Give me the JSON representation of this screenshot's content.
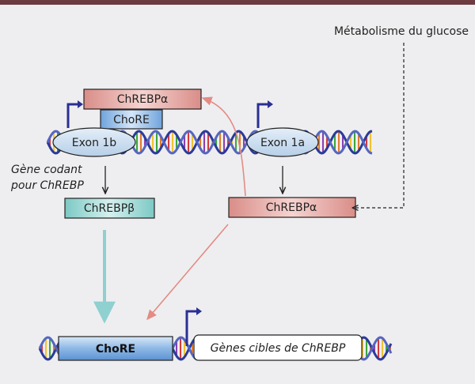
{
  "labels": {
    "glucose_metabolism": "Métabolisme du glucose",
    "chrebp_alpha_top": "ChREBPα",
    "chore_top": "ChoRE",
    "exon_1b": "Exon 1b",
    "exon_1a": "Exon 1a",
    "gene_caption_line1": "Gène codant",
    "gene_caption_line2": "pour ChREBP",
    "chrebp_beta": "ChREBPβ",
    "chrebp_alpha_right": "ChREBPα",
    "chore_bottom": "ChoRE",
    "target_genes": "Gènes cibles de ChREBP"
  },
  "colors": {
    "background": "#eeeef0",
    "header_bar": "#6d3a3f",
    "chrebp_alpha_fill": "#e6a9a4",
    "chore_fill": "#9fc4ec",
    "chrebp_beta_fill": "#a8dcd8",
    "exon_fill": "#c9ddf0",
    "pink_arrow": "#e38b84",
    "teal_arrow": "#8fd0d0",
    "promoter": "#2a2f93",
    "dna_strand": "#2b3a9a"
  }
}
